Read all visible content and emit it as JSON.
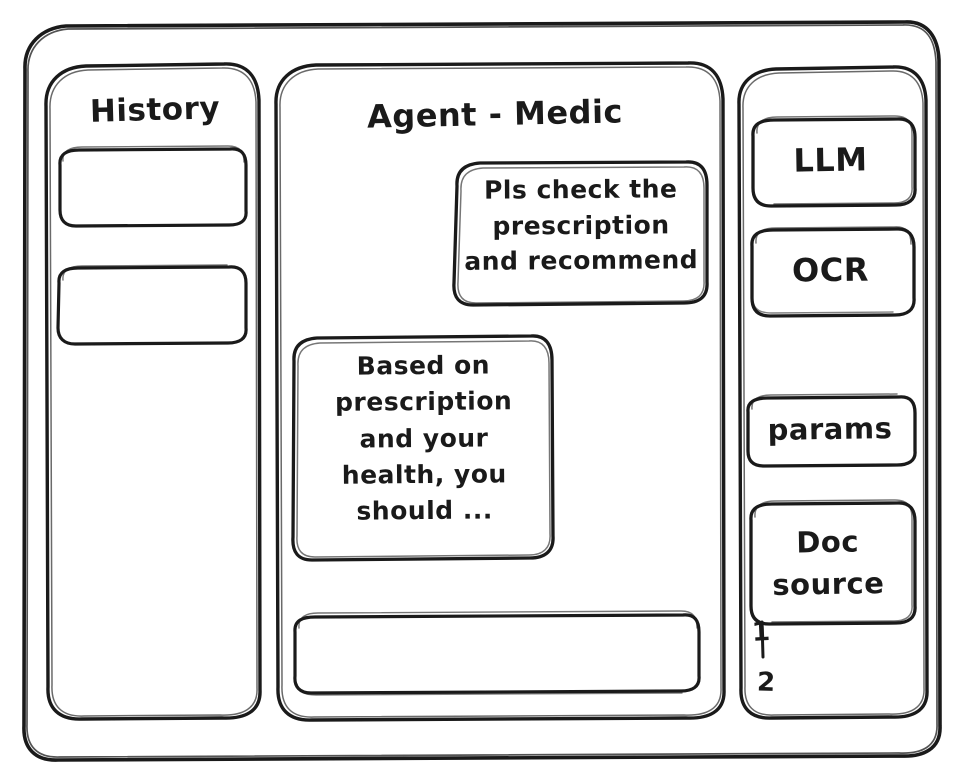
{
  "window": {
    "style": "hand-drawn-wireframe",
    "ink_color": "#1a1a1a",
    "background_color": "#ffffff"
  },
  "sidebar": {
    "title": "History",
    "items": [
      {
        "label": "",
        "name": "history-item-1"
      },
      {
        "label": "",
        "name": "history-item-2"
      }
    ]
  },
  "main": {
    "title": "Agent - Medic",
    "messages": [
      {
        "role": "user",
        "text": "Pls check the\nprescription\nand recommend",
        "align": "right"
      },
      {
        "role": "assistant",
        "text": "Based on\nprescription\nand your\nhealth, you\nshould ...",
        "align": "left"
      }
    ],
    "composer": {
      "value": "",
      "placeholder": ""
    }
  },
  "tools": {
    "buttons": [
      {
        "label": "LLM",
        "name": "llm-button"
      },
      {
        "label": "OCR",
        "name": "ocr-button"
      },
      {
        "label": "params",
        "name": "params-button"
      },
      {
        "label": "Doc\nsource",
        "name": "doc-source-button"
      }
    ],
    "doc_list": [
      {
        "label": "1"
      },
      {
        "label": "2"
      }
    ]
  }
}
